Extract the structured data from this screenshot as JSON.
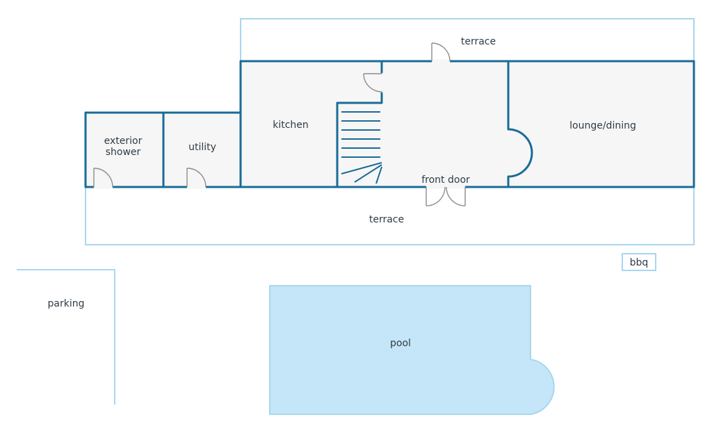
{
  "labels": {
    "terrace_top": "terrace",
    "terrace_bottom": "terrace",
    "kitchen": "kitchen",
    "lounge": "lounge/dining",
    "exterior_shower_line1": "exterior",
    "exterior_shower_line2": "shower",
    "utility": "utility",
    "front_door": "front door",
    "bbq": "bbq",
    "parking": "parking",
    "pool": "pool"
  },
  "colors": {
    "wall": "#1a6b97",
    "outline": "#a9d6ef",
    "pool_fill": "#c5e6f8",
    "room_fill": "#f6f6f6",
    "door": "#8c8c8c",
    "text": "#2f3b45"
  }
}
